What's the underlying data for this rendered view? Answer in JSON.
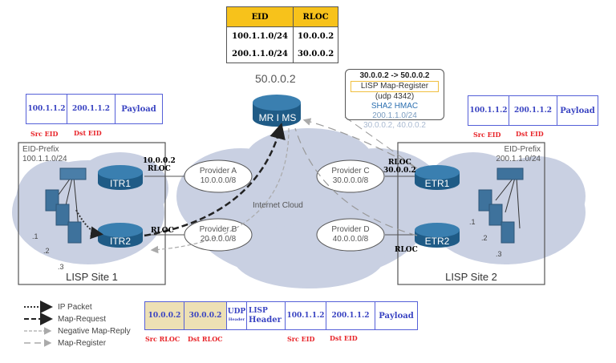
{
  "mapping_table": {
    "headers": [
      "EID",
      "RLOC"
    ],
    "rows": [
      [
        "100.1.1.0/24",
        "10.0.0.2"
      ],
      [
        "200.1.1.0/24",
        "30.0.0.2"
      ]
    ],
    "header_color": "#f7c21b"
  },
  "mr_ms": {
    "ip": "50.0.0.2",
    "label": "MR I MS"
  },
  "map_register_box": {
    "line1": "30.0.0.2 -> 50.0.0.2",
    "line2": "LISP Map-Register",
    "line3": "(udp 4342)",
    "line4": "SHA2 HMAC",
    "line5": "200.1.1.0/24",
    "line6": "30.0.0.2, 40.0.0.2"
  },
  "packet_left": {
    "src": "100.1.1.2",
    "dst": "200.1.1.2",
    "payload": "Payload",
    "src_label": "Src EID",
    "dst_label": "Dst EID"
  },
  "packet_right": {
    "src": "100.1.1.2",
    "dst": "200.1.1.2",
    "payload": "Payload",
    "src_label": "Src EID",
    "dst_label": "Dst EID"
  },
  "site1": {
    "title": "LISP Site 1",
    "prefix_label": "EID-Prefix",
    "prefix": "100.1.1.0/24",
    "hosts": [
      ".1",
      ".2",
      ".3"
    ],
    "itr1": "ITR1",
    "itr2": "ITR2",
    "itr1_ip": "10.0.0.2",
    "rloc": "RLOC"
  },
  "site2": {
    "title": "LISP Site 2",
    "prefix_label": "EID-Prefix",
    "prefix": "200.1.1.0/24",
    "hosts": [
      ".1",
      ".2",
      ".3"
    ],
    "etr1": "ETR1",
    "etr2": "ETR2",
    "etr1_ip": "30.0.0.2",
    "rloc": "RLOC"
  },
  "providers": [
    {
      "name": "Provider A",
      "prefix": "10.0.0.0/8"
    },
    {
      "name": "Provider B",
      "prefix": "20.0.0.0/8"
    },
    {
      "name": "Provider C",
      "prefix": "30.0.0.0/8"
    },
    {
      "name": "Provider D",
      "prefix": "40.0.0.0/8"
    }
  ],
  "internet_cloud": "Internet Cloud",
  "legend": [
    {
      "label": "IP Packet",
      "style": "dotted"
    },
    {
      "label": "Map-Request",
      "style": "dashed-dark"
    },
    {
      "label": "Negative Map-Reply",
      "style": "dashed-light"
    },
    {
      "label": "Map-Register",
      "style": "long-dash"
    }
  ],
  "encap_packet": {
    "src_rloc": "10.0.0.2",
    "dst_rloc": "30.0.0.2",
    "udp": "UDP",
    "udp_sub": "Header",
    "lisp": "LISP",
    "lisp_sub": "Header",
    "src_eid": "100.1.1.2",
    "dst_eid": "200.1.1.2",
    "payload": "Payload",
    "labels": {
      "src_rloc": "Src RLOC",
      "dst_rloc": "Dst RLOC",
      "src_eid": "Src EID",
      "dst_eid": "Dst EID"
    },
    "rloc_fill": "#ede0b4"
  }
}
